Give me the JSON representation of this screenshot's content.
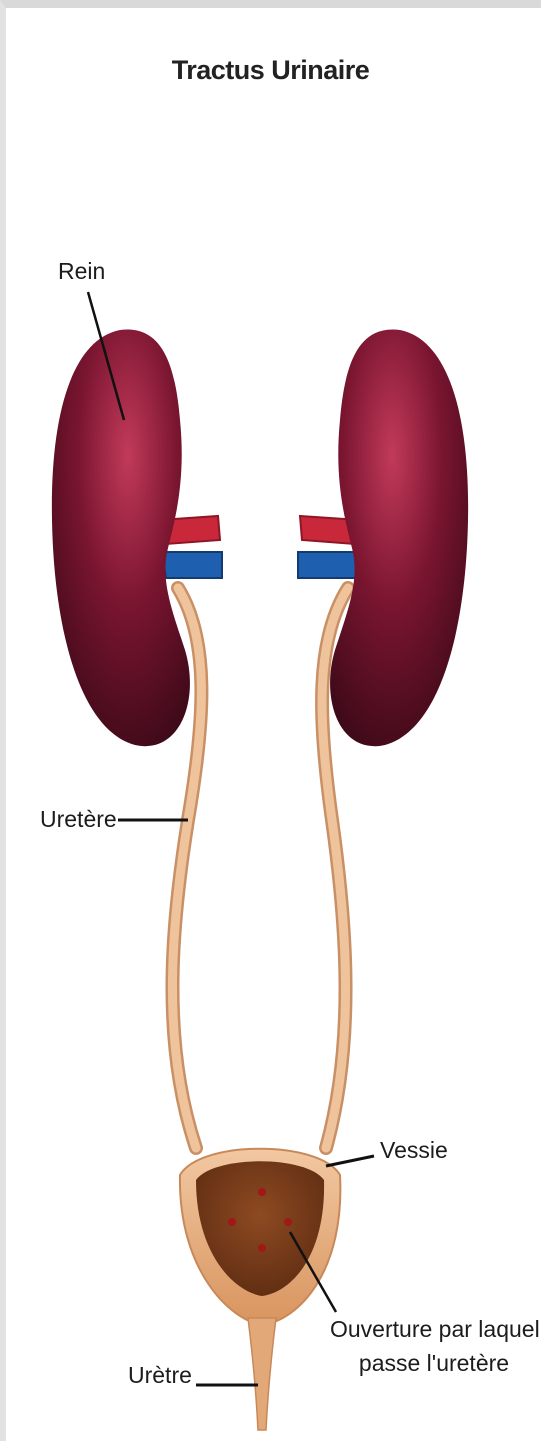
{
  "title": "Tractus Urinaire",
  "labels": {
    "rein": "Rein",
    "uretere": "Uretère",
    "vessie": "Vessie",
    "ouverture_line1": "Ouverture par laquelle",
    "ouverture_line2": "passe l'uretère",
    "uretre": "Urètre"
  },
  "colors": {
    "kidney": "#7a1530",
    "kidney_highlight": "#b8324f",
    "kidney_shadow": "#3d0a18",
    "artery": "#c8283a",
    "vein": "#1f5fb0",
    "ureter": "#e8b48a",
    "bladder_wall": "#e7b48e",
    "bladder_inner": "#7b3d1a"
  }
}
